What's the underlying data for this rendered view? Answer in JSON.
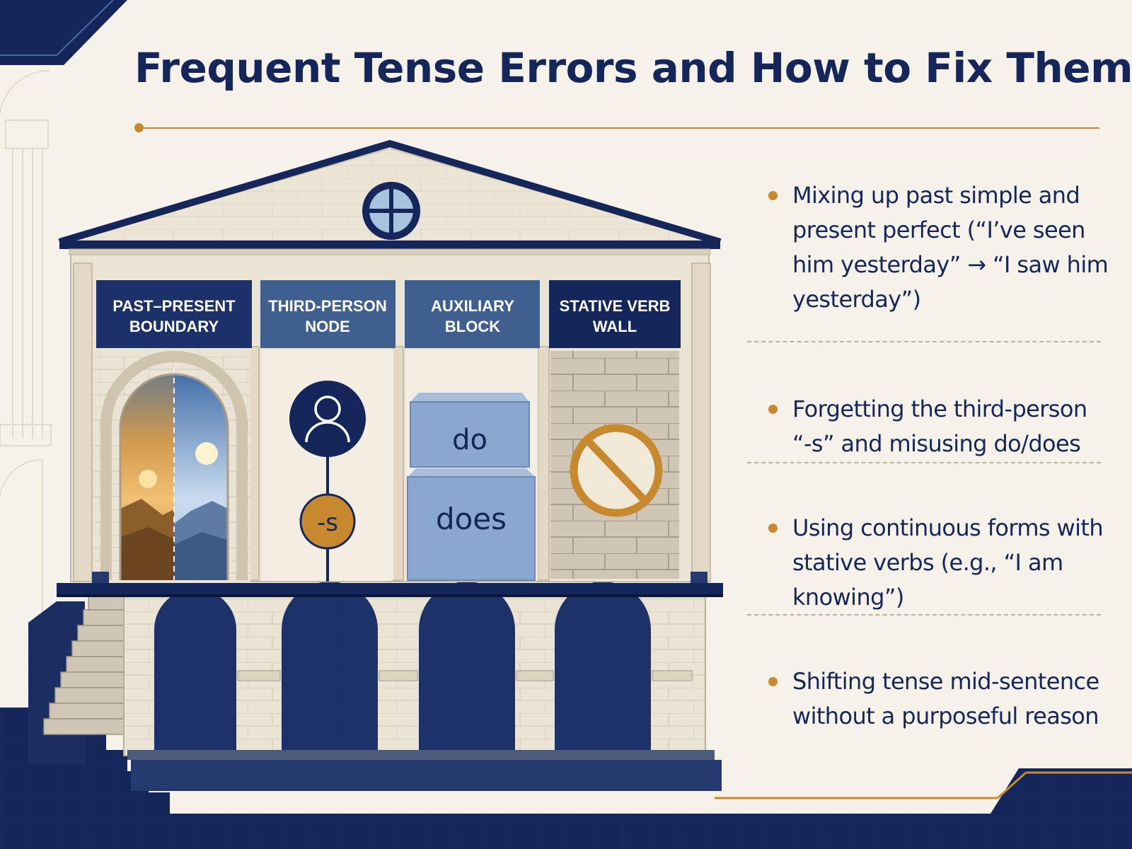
{
  "title": "Frequent Tense Errors and How to Fix Them",
  "panels": [
    {
      "label_line1": "PAST–PRESENT",
      "label_line2": "BOUNDARY"
    },
    {
      "label_line1": "THIRD-PERSON",
      "label_line2": "NODE"
    },
    {
      "label_line1": "AUXILIARY",
      "label_line2": "BLOCK"
    },
    {
      "label_line1": "STATIVE VERB",
      "label_line2": "WALL"
    }
  ],
  "node_suffix": "-s",
  "blocks": {
    "top": "do",
    "bottom": "does"
  },
  "bullets": [
    {
      "text": "Mixing up past simple and present perfect (“I’ve seen him yesterday” → “I saw him yesterday”)"
    },
    {
      "text": "Forgetting the third-person “-s” and misusing do/does"
    },
    {
      "text": "Using continuous forms with stative verbs (e.g., “I am knowing”)"
    },
    {
      "text": "Shifting tense mid-sentence without a purposeful reason"
    }
  ],
  "colors": {
    "navy": "#14265a",
    "navy_dark": "#0f1f4d",
    "steel_blue": "#3f5f8e",
    "accent_gold": "#c8892e",
    "cream": "#f7f2e9",
    "stone": "#ebe3d3",
    "block_blue": "#8aa7cf"
  },
  "icons": [
    "person-icon",
    "prohibited-icon",
    "sun-icon",
    "round-window-icon"
  ]
}
